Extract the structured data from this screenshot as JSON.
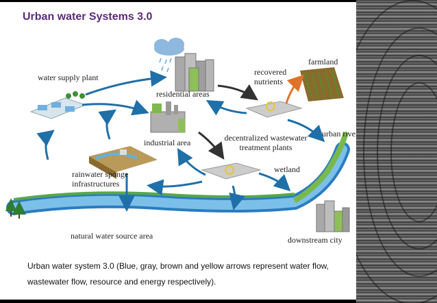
{
  "slide": {
    "title": "Urban water Systems 3.0",
    "caption": "Urban water system 3.0 (Blue, gray, brown and yellow arrows represent water flow, wastewater flow, resource and energy respectively)."
  },
  "diagram": {
    "labels": {
      "water_supply_plant": "water supply plant",
      "residential_areas": "residential areas",
      "recovered_nutrients": "recovered nutrients",
      "farmland": "farmland",
      "industrial_area": "industrial area",
      "decentralized_treatment": "decentralized wastewater treatment plants",
      "urban_river": "urban river",
      "wetland": "wetland",
      "rainwater_sponge": "rainwater sponge infrastructures",
      "natural_water_source": "natural water source area",
      "downstream_city": "downstream city"
    }
  },
  "colors": {
    "water_flow": "#1f6fa8",
    "wastewater_flow": "#333333",
    "resource_flow": "#e0732a",
    "energy_flow": "#e8c630",
    "title": "#5a2a7a"
  }
}
